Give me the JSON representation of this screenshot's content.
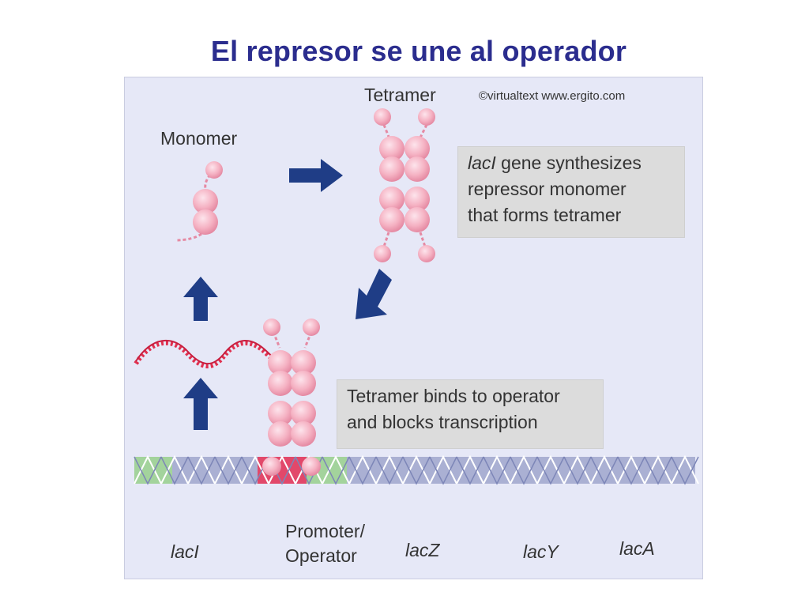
{
  "slide": {
    "title": "El represor se une al operador"
  },
  "figure": {
    "copyright": "©virtualtext  www.ergito.com",
    "labels": {
      "monomer": "Monomer",
      "tetramer": "Tetramer"
    },
    "caption_synthesis": {
      "line1_italic": "lacI",
      "line1_rest": " gene synthesizes",
      "line2": "repressor monomer",
      "line3": "that forms tetramer"
    },
    "caption_binding": {
      "line1": "Tetramer binds to operator",
      "line2": "and blocks transcription"
    },
    "gene_labels": {
      "laci": "lacI",
      "promoter_line1": "Promoter/",
      "promoter_line2": "Operator",
      "lacz": "lacZ",
      "lacy": "lacY",
      "laca": "lacA"
    },
    "colors": {
      "panel_bg": "#e6e8f7",
      "arrow": "#1f3d86",
      "protein": "#f5b2c3",
      "protein_dark": "#e58aa3",
      "mrna": "#e0304f",
      "dna_strand": "#aab0d3",
      "promoter": "#a3d39c",
      "operator": "#e2486a",
      "caption_bg": "#dcdcdc"
    }
  }
}
